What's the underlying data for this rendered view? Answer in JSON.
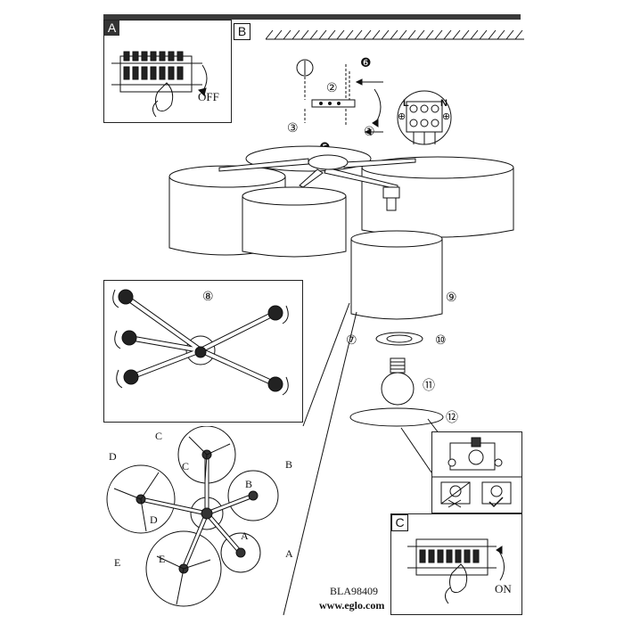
{
  "panels": {
    "a": {
      "tag": "A",
      "state_label": "OFF"
    },
    "b": {
      "tag": "B"
    },
    "c": {
      "tag": "C",
      "state_label": "ON"
    }
  },
  "steps": {
    "s1": "①",
    "s2": "②",
    "s3": "③",
    "s5": "❺",
    "s6": "❻",
    "s7": "⑦",
    "s8": "⑧",
    "s9": "⑨",
    "s10": "⑩",
    "s11": "⑪",
    "s12": "⑫"
  },
  "wiring": {
    "l": "L",
    "n": "N",
    "earth": "⊕"
  },
  "shade_labels": {
    "a": "A",
    "b": "B",
    "c": "C",
    "d": "D",
    "e": "E"
  },
  "product_code": "BLA98409",
  "website": "www.eglo.com"
}
